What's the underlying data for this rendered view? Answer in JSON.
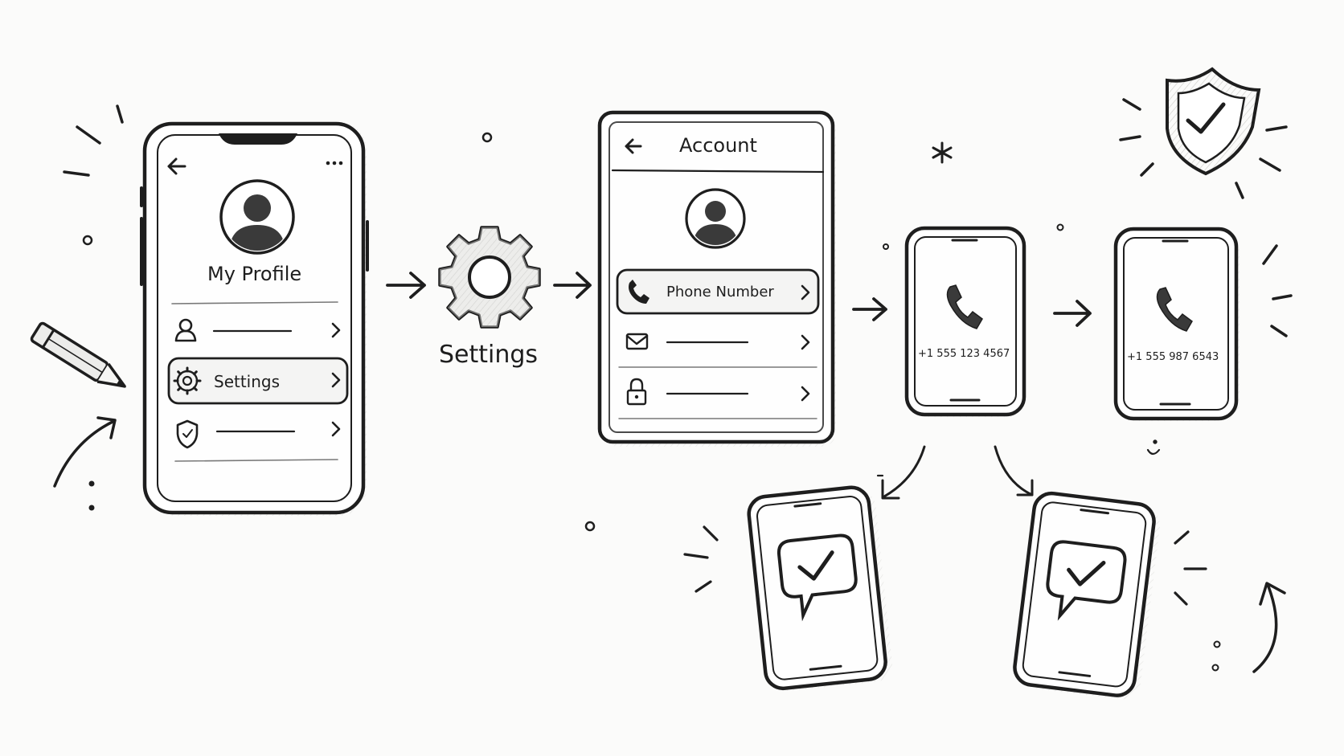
{
  "profile_screen": {
    "title": "My Profile",
    "settings_row": "Settings"
  },
  "settings_step": {
    "label": "Settings"
  },
  "account_screen": {
    "title": "Account",
    "phone_row": "Phone Number"
  },
  "old_number_screen": {
    "number": "+1 555 123 4567"
  },
  "new_number_screen": {
    "number": "+1 555 987 6543"
  },
  "icons": [
    "back-arrow-icon",
    "more-icon",
    "avatar-icon",
    "user-icon",
    "gear-icon",
    "shield-icon",
    "chevron-right-icon",
    "phone-icon",
    "mail-icon",
    "lock-icon",
    "message-check-icon",
    "shield-check-icon",
    "pencil-icon",
    "arrow-icon"
  ],
  "colors": {
    "ink": "#1e1e1e",
    "paper": "#fbfbfa",
    "shade": "#e9e9e7"
  }
}
